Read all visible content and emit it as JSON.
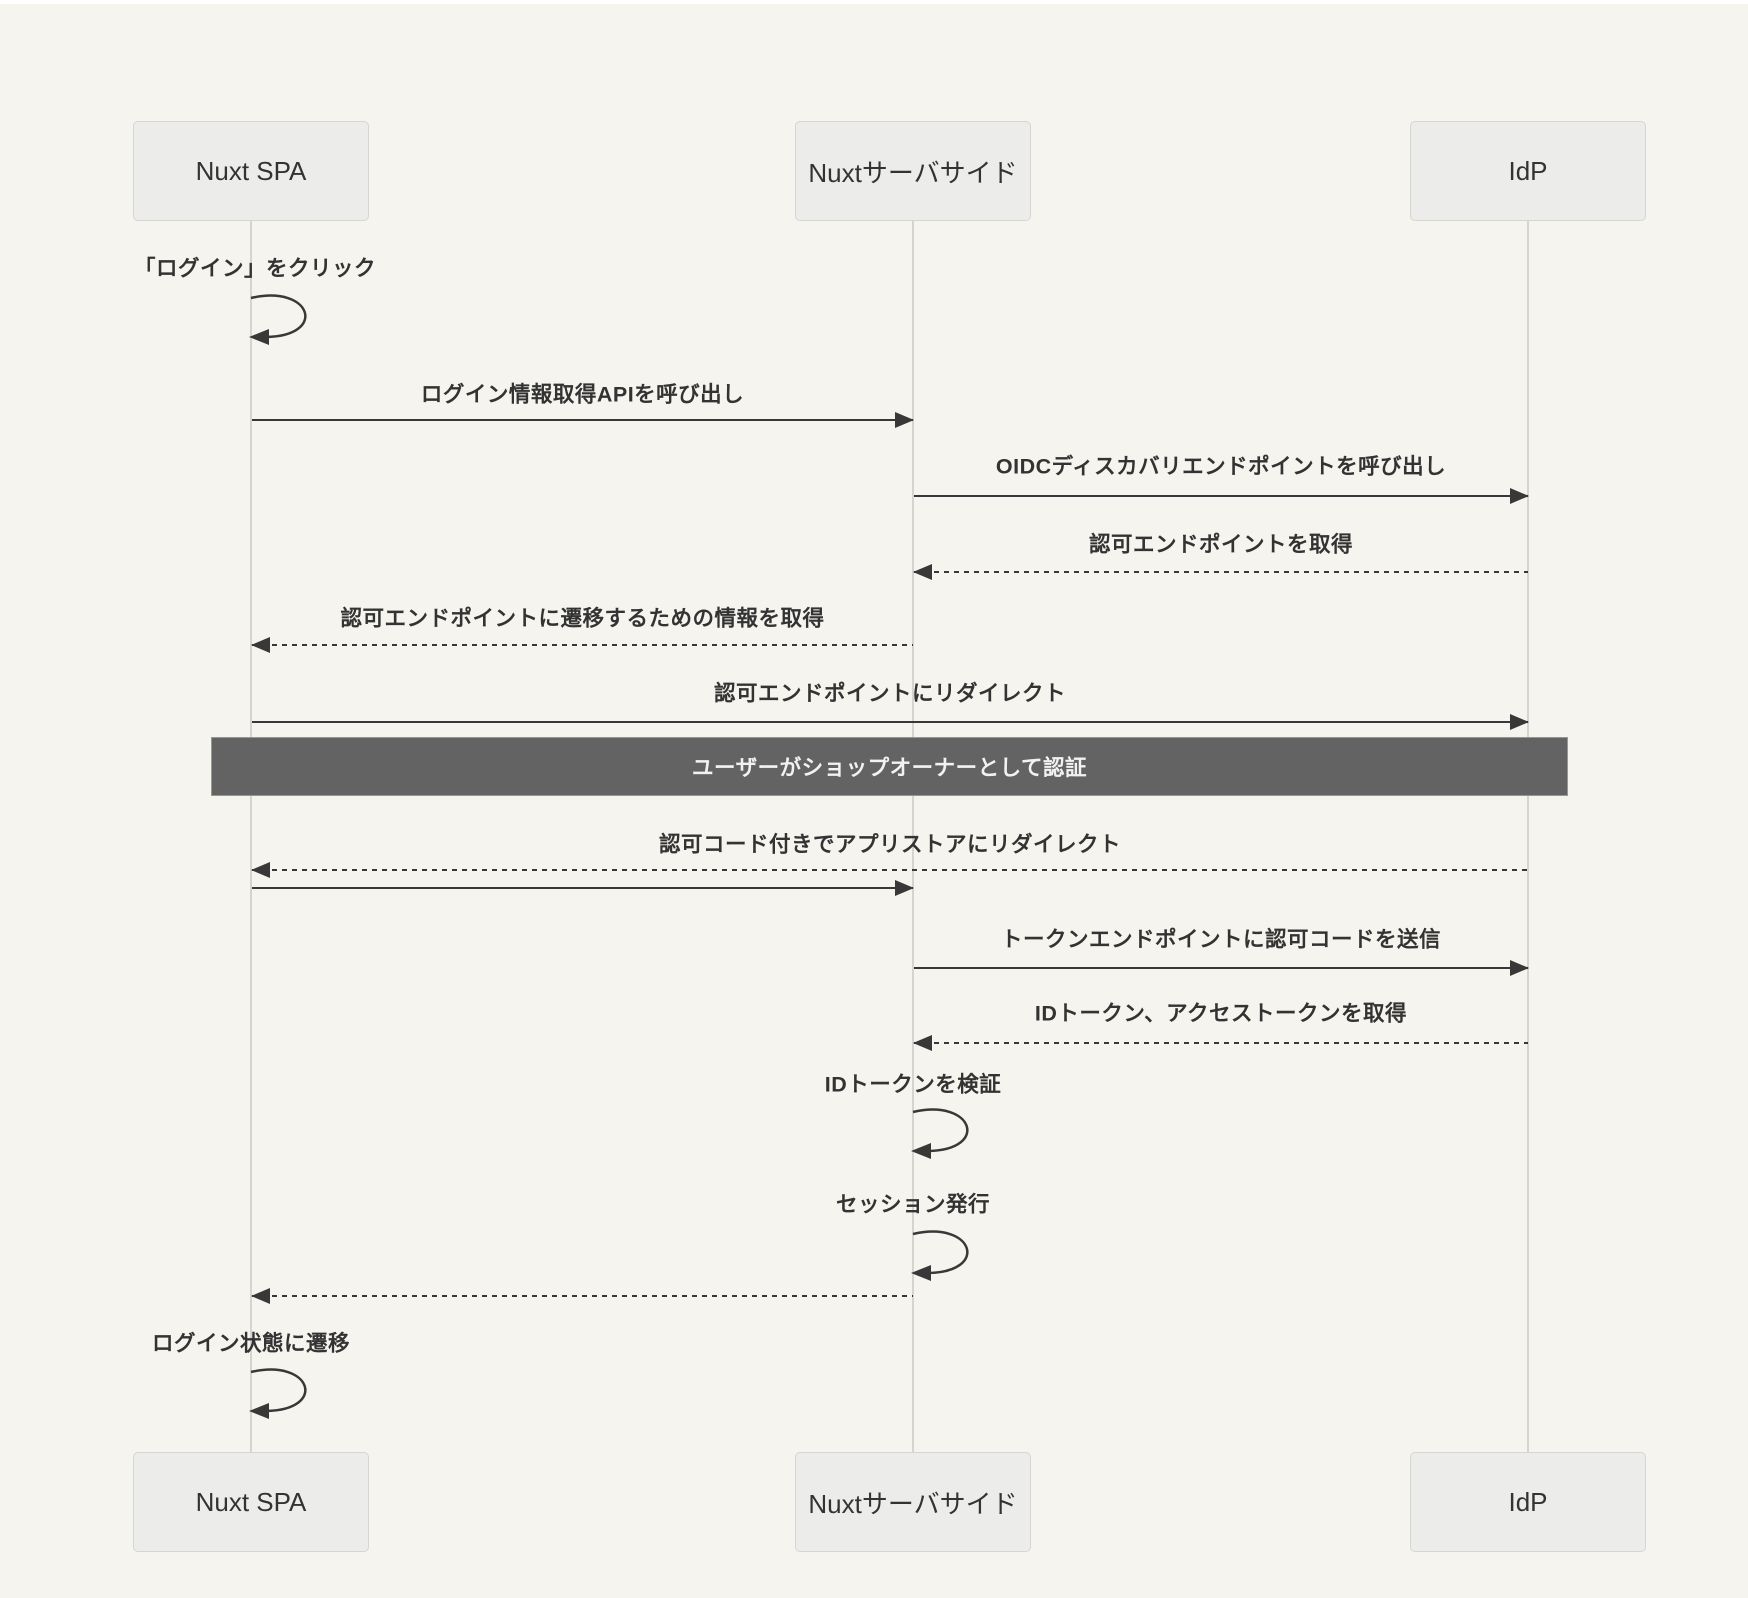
{
  "diagram": {
    "type": "sequence",
    "actors": [
      {
        "id": "nuxt-spa",
        "label": "Nuxt SPA"
      },
      {
        "id": "nuxt-server",
        "label": "Nuxtサーバサイド"
      },
      {
        "id": "idp",
        "label": "IdP"
      }
    ],
    "messages": [
      {
        "kind": "self",
        "from": "nuxt-spa",
        "to": "nuxt-spa",
        "label": "「ログイン」をクリック"
      },
      {
        "kind": "solid",
        "from": "nuxt-spa",
        "to": "nuxt-server",
        "label": "ログイン情報取得APIを呼び出し"
      },
      {
        "kind": "solid",
        "from": "nuxt-server",
        "to": "idp",
        "label": "OIDCディスカバリエンドポイントを呼び出し"
      },
      {
        "kind": "dashed",
        "from": "idp",
        "to": "nuxt-server",
        "label": "認可エンドポイントを取得"
      },
      {
        "kind": "dashed",
        "from": "nuxt-server",
        "to": "nuxt-spa",
        "label": "認可エンドポイントに遷移するための情報を取得"
      },
      {
        "kind": "solid",
        "from": "nuxt-spa",
        "to": "idp",
        "label": "認可エンドポイントにリダイレクト"
      },
      {
        "kind": "note",
        "from": "nuxt-spa",
        "to": "idp",
        "label": "ユーザーがショップオーナーとして認証"
      },
      {
        "kind": "dashed",
        "from": "idp",
        "to": "nuxt-spa",
        "label": "認可コード付きでアプリストアにリダイレクト"
      },
      {
        "kind": "solid",
        "from": "nuxt-spa",
        "to": "nuxt-server",
        "label": ""
      },
      {
        "kind": "solid",
        "from": "nuxt-server",
        "to": "idp",
        "label": "トークンエンドポイントに認可コードを送信"
      },
      {
        "kind": "dashed",
        "from": "idp",
        "to": "nuxt-server",
        "label": "IDトークン、アクセストークンを取得"
      },
      {
        "kind": "self",
        "from": "nuxt-server",
        "to": "nuxt-server",
        "label": "IDトークンを検証"
      },
      {
        "kind": "self",
        "from": "nuxt-server",
        "to": "nuxt-server",
        "label": "セッション発行"
      },
      {
        "kind": "dashed",
        "from": "nuxt-server",
        "to": "nuxt-spa",
        "label": ""
      },
      {
        "kind": "self",
        "from": "nuxt-spa",
        "to": "nuxt-spa",
        "label": "ログイン状態に遷移"
      }
    ],
    "colors": {
      "background": "#f6f4ee",
      "actor_fill": "#ececea",
      "actor_border": "#d6d5d1",
      "lifeline": "#d5d4d0",
      "arrow": "#383838",
      "label_text": "#333333",
      "band_fill": "#636363",
      "band_text": "#f2f2f2"
    }
  }
}
